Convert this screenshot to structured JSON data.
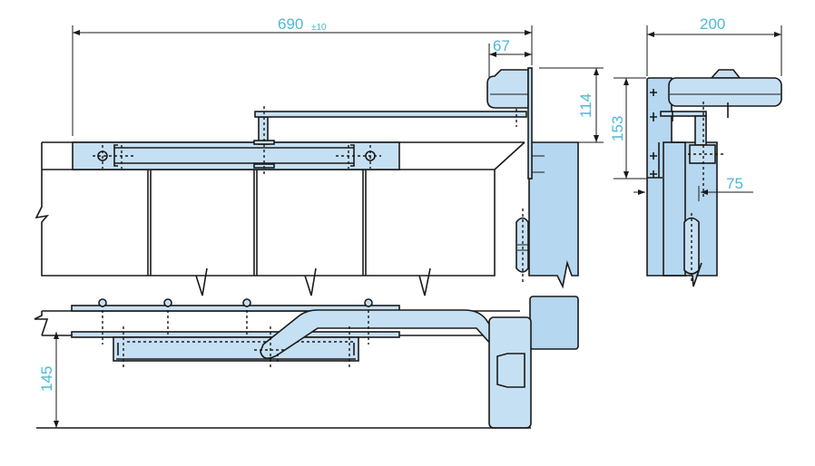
{
  "dimensions": {
    "overall_length": "690",
    "overall_tolerance": "±10",
    "closer_depth": "67",
    "closer_height_top": "114",
    "side_width": "200",
    "side_height": "153",
    "side_offset": "75",
    "bottom_height": "145"
  },
  "colors": {
    "part_fill": "#c6e0f3",
    "wall_fill": "#b5d7ef",
    "dimension_text": "#4cb9d6"
  }
}
